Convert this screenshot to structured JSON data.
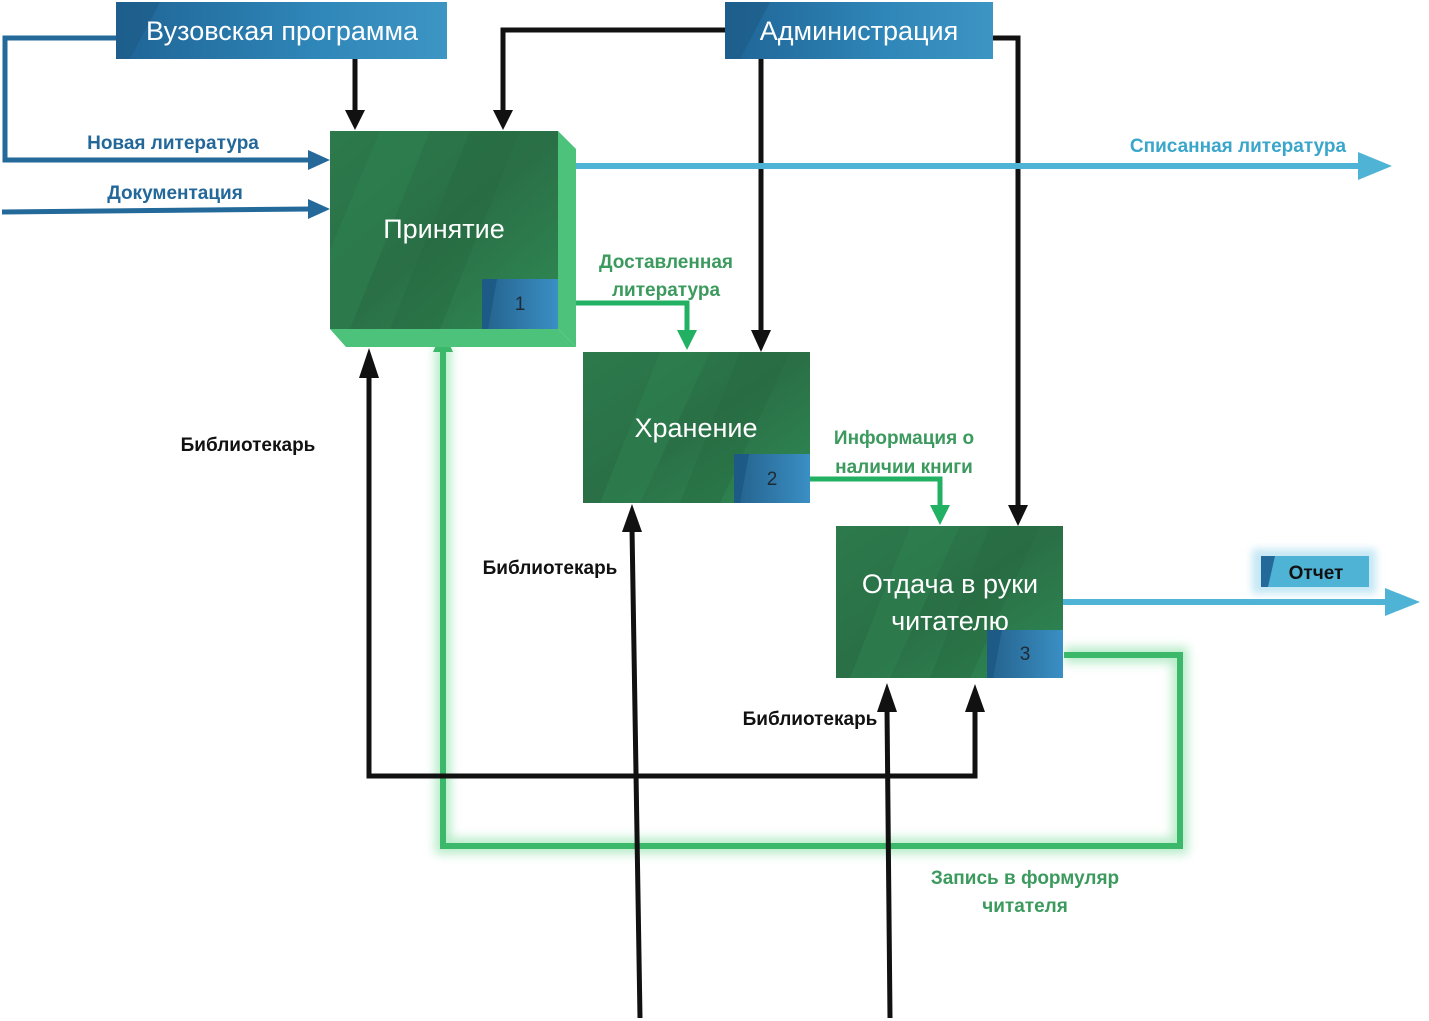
{
  "headers": {
    "program": "Вузовская программа",
    "administration": "Администрация"
  },
  "boxes": [
    {
      "id": "1",
      "title": "Принятие"
    },
    {
      "id": "2",
      "title": "Хранение"
    },
    {
      "id": "3",
      "title_lines": [
        "Отдача в руки",
        "читателю"
      ]
    }
  ],
  "inputs": {
    "new_literature": "Новая литература",
    "documentation": "Документация"
  },
  "outputs": {
    "written_off": "Списанная литература",
    "report": "Отчет"
  },
  "flows": {
    "delivered_lines": [
      "Доставленная",
      "литература"
    ],
    "availability_lines": [
      "Информация о",
      "наличии книги"
    ],
    "formular_lines": [
      "Запись в формуляр",
      "читателя"
    ]
  },
  "mechanisms": {
    "librarian": "Библиотекарь"
  },
  "colors": {
    "box_green": "#2e7d4f",
    "corner_blue": "#2f7fb3",
    "header_blue": "#2a78a8",
    "control_blue": "#23699a",
    "output_cyan": "#4fb3d6",
    "feedback_green": "#3bb86a",
    "black": "#111111"
  }
}
